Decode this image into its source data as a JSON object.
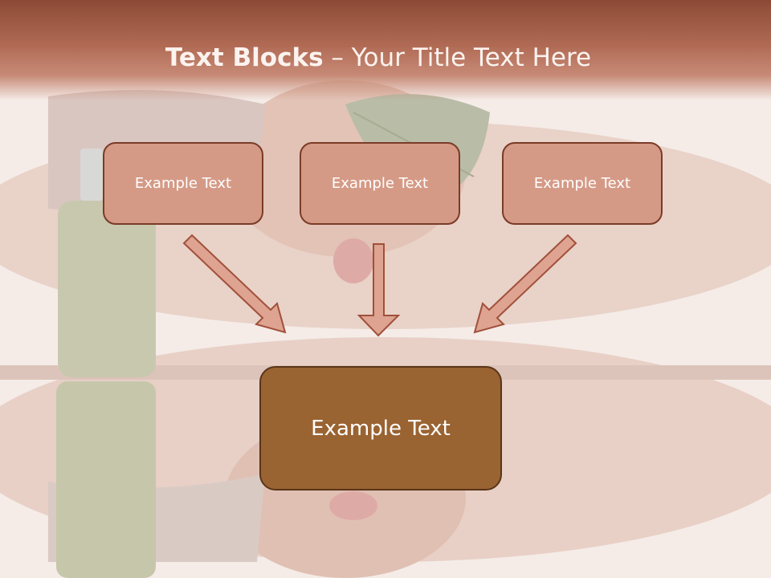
{
  "title": {
    "bold": "Text Blocks",
    "dash": " – ",
    "rest": "Your Title Text Here"
  },
  "boxes": {
    "top_left": "Example Text",
    "top_center": "Example Text",
    "top_right": "Example Text",
    "bottom": "Example Text"
  },
  "colors": {
    "header": "#a85e48",
    "small_box_fill": "#d59a86",
    "small_box_border": "#7a3b27",
    "big_box_fill": "#9a6332",
    "arrow_fill": "#dea391",
    "arrow_stroke": "#a0503a"
  }
}
